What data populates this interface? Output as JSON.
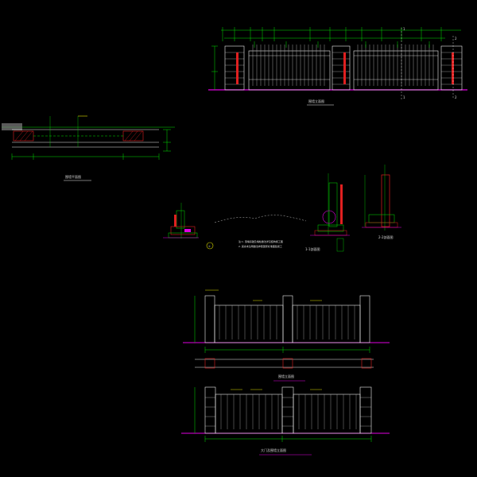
{
  "drawing": {
    "title_main_elevation": "围墙立面图",
    "title_plan": "围墙平面图",
    "title_section_1": "1-1剖面图",
    "title_section_2": "2-2剖面图",
    "title_elev_b": "围墙立面图",
    "title_elev_c": "大门及围墙立面图",
    "marker_1": "1",
    "marker_2": "2",
    "detail_marker": "①",
    "note_text": "注:1. 围墙基础及墙柱做法详见结构施工图",
    "note_text_2": "2. 其余未注明做法参照国家标准图集施工"
  },
  "colors": {
    "background": "#000000",
    "line_white": "#f0f0f0",
    "line_green": "#00e000",
    "line_magenta": "#e000e0",
    "line_red": "#e02020",
    "line_cyan": "#00d0d0",
    "line_yellow": "#e0e000",
    "line_grey": "#808080"
  }
}
